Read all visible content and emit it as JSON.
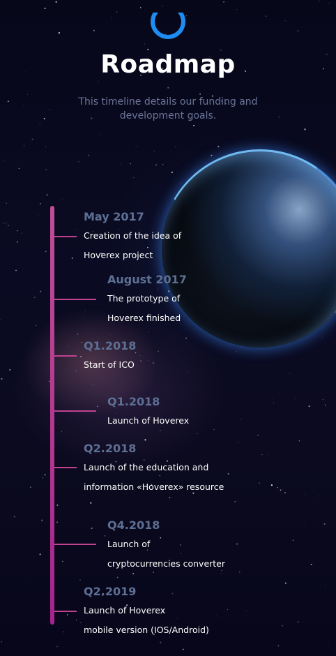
{
  "header": {
    "title": "Roadmap",
    "subtitle_lines": [
      "This timeline details our funding and",
      "development goals."
    ]
  },
  "colors": {
    "background": "#08081a",
    "accent_logo": "#1e8cf0",
    "timeline_line": "#b2358f",
    "date_text": "#5d6f93",
    "desc_text": "#ffffff",
    "subtitle_text": "#6a7497"
  },
  "timeline": [
    {
      "date": "May 2017",
      "lines": [
        "Creation of the idea of",
        "Hoverex project"
      ]
    },
    {
      "date": "August 2017",
      "lines": [
        "The prototype of",
        "Hoverex finished"
      ]
    },
    {
      "date": "Q1.2018",
      "lines": [
        "Start of ICO"
      ]
    },
    {
      "date": "Q1.2018",
      "lines": [
        "Launch of Hoverex"
      ]
    },
    {
      "date": "Q2.2018",
      "lines": [
        "Launch of the education and",
        "information «Hoverex» resource"
      ]
    },
    {
      "date": "Q4.2018",
      "lines": [
        "Launch of",
        "cryptocurrencies converter"
      ]
    },
    {
      "date": "Q2.2019",
      "lines": [
        "Launch of Hoverex",
        "mobile version (IOS/Android)"
      ]
    }
  ]
}
